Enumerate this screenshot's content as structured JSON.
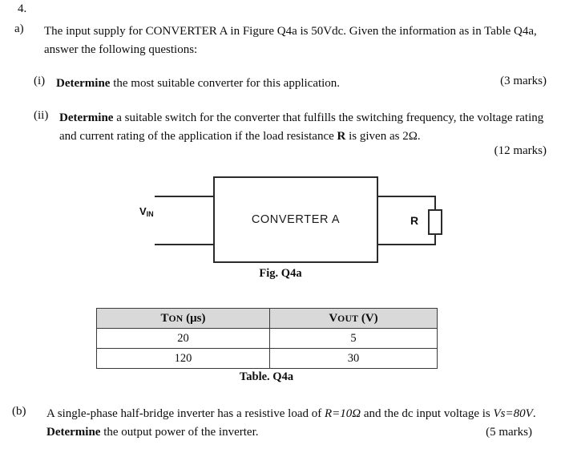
{
  "question": {
    "number": "4.",
    "part_a": {
      "marker": "a)",
      "text_1": "The input supply for CONVERTER A in Figure Q4a is 50Vdc. Given the information as in Table",
      "text_2": "Q4a, answer the following questions:",
      "items": [
        {
          "marker": "(i)",
          "bold_lead": "Determine",
          "rest": " the most suitable converter for this application.",
          "marks": "(3 marks)"
        },
        {
          "marker": "(ii)",
          "bold_lead": "Determine",
          "rest_line1": " a suitable switch for the converter that fulfills the switching frequency, the voltage",
          "rest_line2_pre": "rating and current rating of the application if the load resistance ",
          "rest_line2_bold": "R",
          "rest_line2_post": " is given as 2Ω.",
          "marks": "(12 marks)"
        }
      ]
    },
    "part_b": {
      "marker": "(b)",
      "text_pre": "A single-phase half-bridge inverter has a resistive load of ",
      "text_r": "R=10Ω",
      "text_mid": " and the dc input voltage is",
      "text_vs": "Vs=80V",
      "text_period": ". ",
      "text_bold": "Determine",
      "text_post": " the output power of the inverter.",
      "marks": "(5 marks)"
    }
  },
  "figure": {
    "caption": "Fig. Q4a",
    "block_label": "CONVERTER A",
    "input_label_main": "V",
    "input_label_sub": "IN",
    "load_label": "R"
  },
  "table": {
    "caption": "Table. Q4a",
    "headers": [
      {
        "main": "T",
        "sub": "ON",
        "unit": " (μs)"
      },
      {
        "main": "V",
        "sub": "OUT",
        "unit": " (V)"
      }
    ],
    "rows": [
      {
        "ton": "20",
        "vout": "5"
      },
      {
        "ton": "120",
        "vout": "30"
      }
    ],
    "header_bg": "#d9d9d9",
    "border_color": "#3a3a3a"
  },
  "colors": {
    "page_bg": "#ffffff",
    "text": "#0d0d0d",
    "line": "#2b2b2b"
  }
}
